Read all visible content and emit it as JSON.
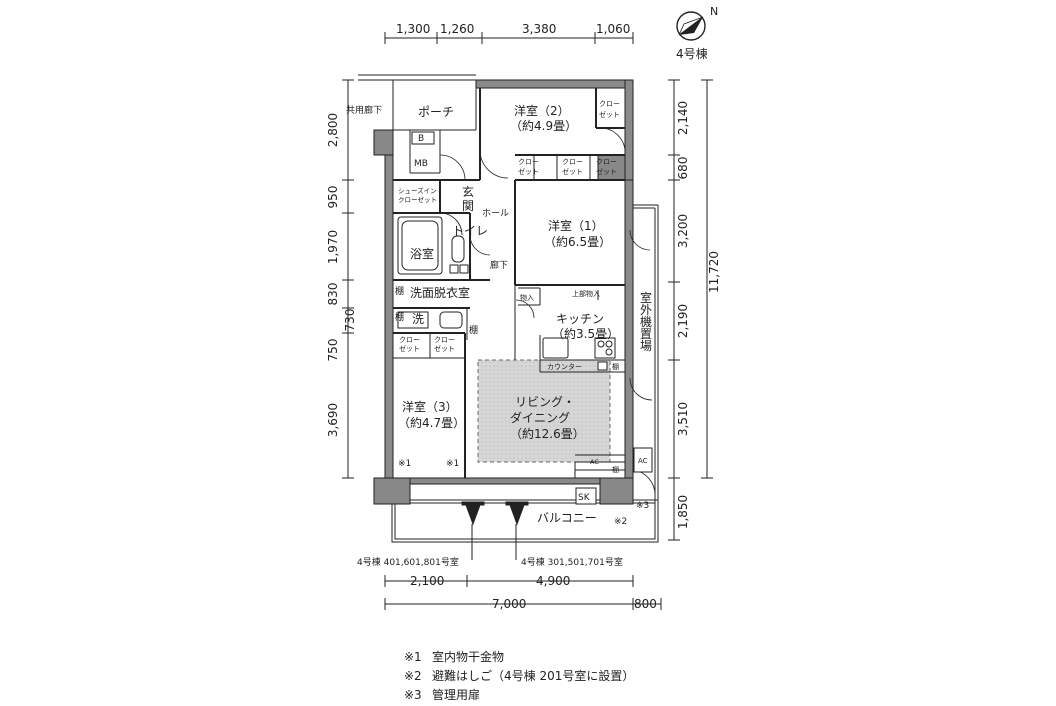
{
  "building_label": "4号棟",
  "compass_letter": "N",
  "top_dims": [
    "1,300",
    "1,260",
    "3,380",
    "1,060"
  ],
  "right_dims": [
    "2,140",
    "680",
    "3,200",
    "2,190",
    "3,510",
    "1,850"
  ],
  "right_total": "11,720",
  "left_dims": [
    "2,800",
    "950",
    "1,970",
    "830",
    "750",
    "3,690"
  ],
  "left_extra": "730",
  "bottom_dims_row1": [
    "2,100",
    "4,900"
  ],
  "bottom_dims_row2": [
    "7,000",
    "800"
  ],
  "rooms": {
    "porch": "ポーチ",
    "common_corridor": "共用廊下",
    "bedroom2_name": "洋室（2）",
    "bedroom2_size": "（約4.9畳）",
    "closet_a": "クロー",
    "closet_b": "ゼット",
    "shoes_a": "シューズイン",
    "shoes_b": "クローゼット",
    "entrance_1": "玄",
    "entrance_2": "関",
    "hall": "ホール",
    "bedroom1_name": "洋室（1）",
    "bedroom1_size": "（約6.5畳）",
    "toilet": "トイレ",
    "bath": "浴室",
    "corridor": "廊下",
    "washroom": "洗面脱衣室",
    "shelf": "棚",
    "wash": "洗",
    "storage": "物入",
    "upper_storage": "上部物入",
    "kitchen_name": "キッチン",
    "kitchen_size": "（約3.5畳）",
    "outdoor_unit_1": "室",
    "outdoor_unit_2": "外",
    "outdoor_unit_3": "機",
    "outdoor_unit_4": "置",
    "outdoor_unit_5": "場",
    "counter": "カウンター",
    "living_1": "リビング・",
    "living_2": "ダイニング",
    "living_size": "（約12.6畳）",
    "bedroom3_name": "洋室（3）",
    "bedroom3_size": "（約4.7畳）",
    "mark1": "※1",
    "mark2": "※2",
    "mark3": "※3",
    "balcony": "バルコニー",
    "sk": "SK",
    "ac": "AC",
    "b": "B",
    "mb": "MB"
  },
  "unit_left": "4号棟 401,601,801号室",
  "unit_right": "4号棟 301,501,701号室",
  "notes": [
    {
      "mark": "※1",
      "text": "室内物干金物"
    },
    {
      "mark": "※2",
      "text": "避難はしご（4号棟 201号室に設置）"
    },
    {
      "mark": "※3",
      "text": "管理用扉"
    }
  ]
}
